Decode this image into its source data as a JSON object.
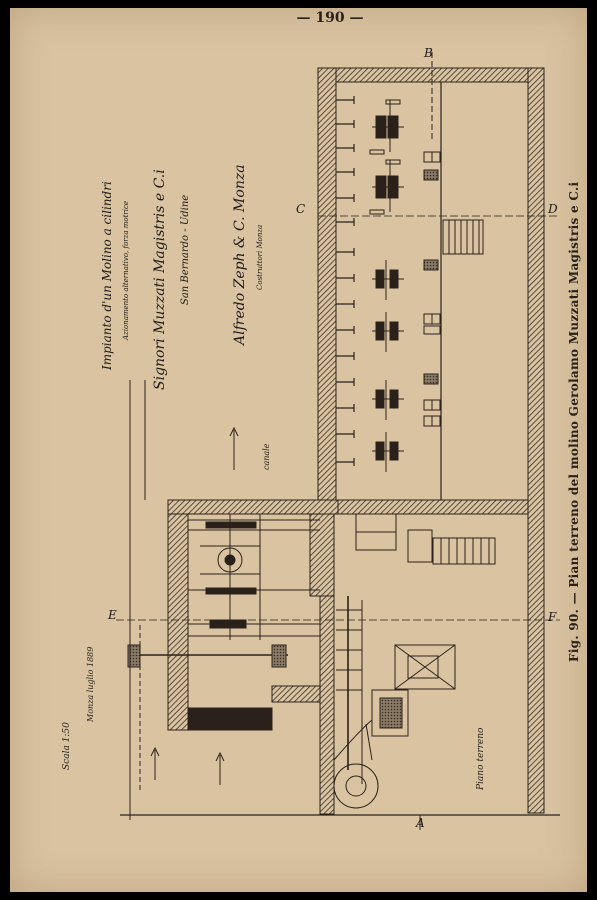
{
  "page_number": "— 190 —",
  "caption": "Fig. 90. — Pian terreno del molino Gerolamo Muzzati Magistris e C.i",
  "title_block": {
    "line1": "Impianto d'un Molino a cilindri",
    "line2": "Azionamento alternativo, forza motrice",
    "line3": "Signori Muzzati Magistris e C.i",
    "line4": "San Bernardo - Udine",
    "line5": "Alfredo Zeph & C. Monza",
    "line6": "Costruttori Monza"
  },
  "scale_note": "Scala 1:50",
  "date_note": "Monza luglio 1889",
  "labels": {
    "canale": "canale",
    "piano_terreno": "Piano terreno",
    "section_b": "B",
    "section_c": "C",
    "section_d": "D",
    "section_e": "E",
    "section_f": "F",
    "section_a": "A"
  },
  "colors": {
    "paper": "#d9c3a1",
    "ink": "#2a221a"
  }
}
